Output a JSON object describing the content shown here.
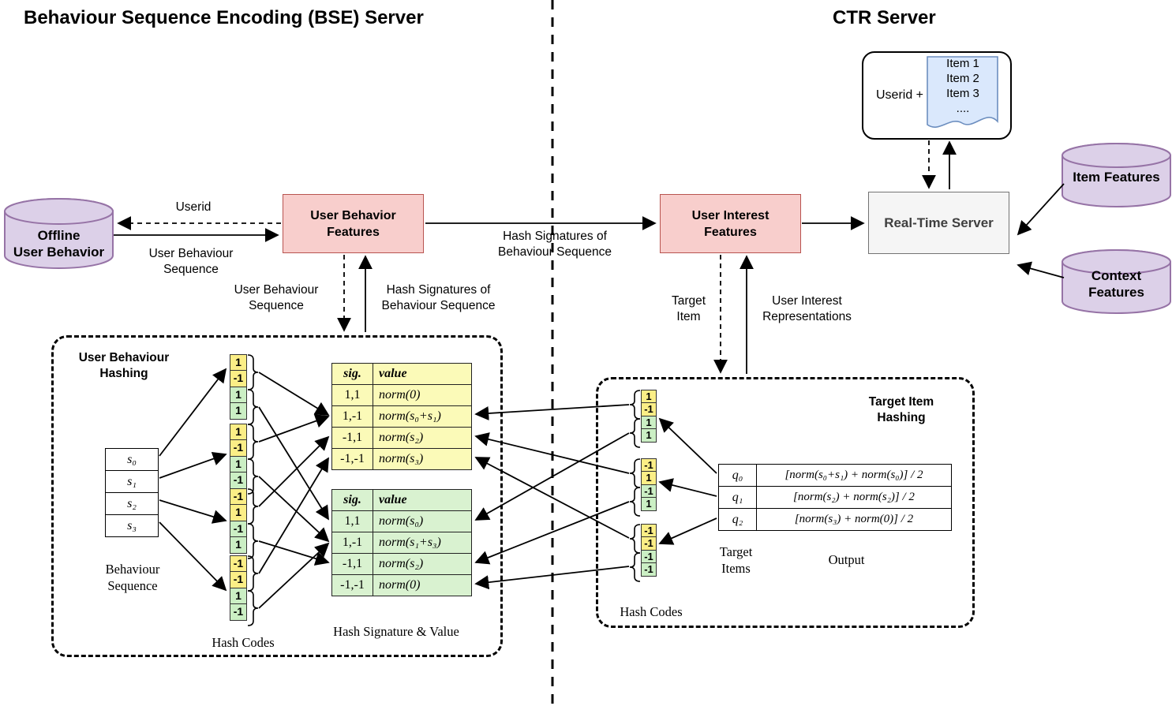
{
  "titles": {
    "bse": "Behaviour Sequence Encoding (BSE) Server",
    "ctr": "CTR Server"
  },
  "colors": {
    "box_pink": "#F8CECC",
    "box_pink_border": "#B85450",
    "db_purple": "#DCD0E8",
    "db_purple_border": "#9673A6",
    "server_gray": "#F5F5F5",
    "doc_blue": "#DAE8FC",
    "doc_blue_border": "#6C8EBF",
    "cell_yellow": "#FBEE86",
    "cell_green": "#CBEFC4",
    "table_yellow": "#FBFAB8",
    "table_green": "#D9F2D0"
  },
  "bse": {
    "offline_db_label": "Offline\nUser Behavior",
    "behavior_features_label": "User Behavior\nFeatures",
    "edge_userid": "Userid",
    "edge_user_behaviour_sequence": "User Behaviour\nSequence",
    "edge_user_behaviour_sequence_down": "User Behaviour\nSequence",
    "edge_hash_signatures_up": "Hash Signatures of\nBehaviour Sequence",
    "edge_hash_signatures_to_ctr": "Hash Signatures of\nBehaviour Sequence",
    "hashing": {
      "title": "User Behaviour\nHashing",
      "sequence_cells": [
        "s₀",
        "s₁",
        "s₂",
        "s₃"
      ],
      "sequence_label": "Behaviour\nSequence",
      "hash_groups": [
        [
          "1",
          "-1",
          "1",
          "1"
        ],
        [
          "1",
          "-1",
          "1",
          "-1"
        ],
        [
          "-1",
          "1",
          "-1",
          "1"
        ],
        [
          "-1",
          "-1",
          "1",
          "-1"
        ]
      ],
      "yellow_table": {
        "headers": [
          "sig.",
          "value"
        ],
        "rows": [
          [
            "1,1",
            "norm(0)"
          ],
          [
            "1,-1",
            "norm(s₀+s₁)"
          ],
          [
            "-1,1",
            "norm(s₂)"
          ],
          [
            "-1,-1",
            "norm(s₃)"
          ]
        ]
      },
      "green_table": {
        "headers": [
          "sig.",
          "value"
        ],
        "rows": [
          [
            "1,1",
            "norm(s₀)"
          ],
          [
            "1,-1",
            "norm(s₁+s₃)"
          ],
          [
            "-1,1",
            "norm(s₂)"
          ],
          [
            "-1,-1",
            "norm(0)"
          ]
        ]
      },
      "hash_codes_label": "Hash Codes",
      "sig_value_label": "Hash Signature & Value"
    }
  },
  "ctr": {
    "interest_features_label": "User Interest\nFeatures",
    "realtime_server_label": "Real-Time Server",
    "userid_box": {
      "prefix": "Userid +",
      "items": [
        "Item 1",
        "Item 2",
        "Item 3",
        "...."
      ]
    },
    "item_db_label": "Item Features",
    "context_db_label": "Context\nFeatures",
    "edge_target_item": "Target\nItem",
    "edge_user_interest_representations": "User Interest\nRepresentations",
    "target_hashing": {
      "title": "Target Item\nHashing",
      "hash_groups": [
        [
          "1",
          "-1",
          "1",
          "1"
        ],
        [
          "-1",
          "1",
          "-1",
          "1"
        ],
        [
          "-1",
          "-1",
          "-1",
          "-1"
        ]
      ],
      "q_table": {
        "rows": [
          [
            "q₀",
            "[norm(s₀+s₁) + norm(s₀)] / 2"
          ],
          [
            "q₁",
            "[norm(s₂) + norm(s₂)] / 2"
          ],
          [
            "q₂",
            "[norm(s₃) + norm(0)] / 2"
          ]
        ]
      },
      "target_items_label": "Target\nItems",
      "output_label": "Output",
      "hash_codes_label": "Hash Codes"
    }
  }
}
